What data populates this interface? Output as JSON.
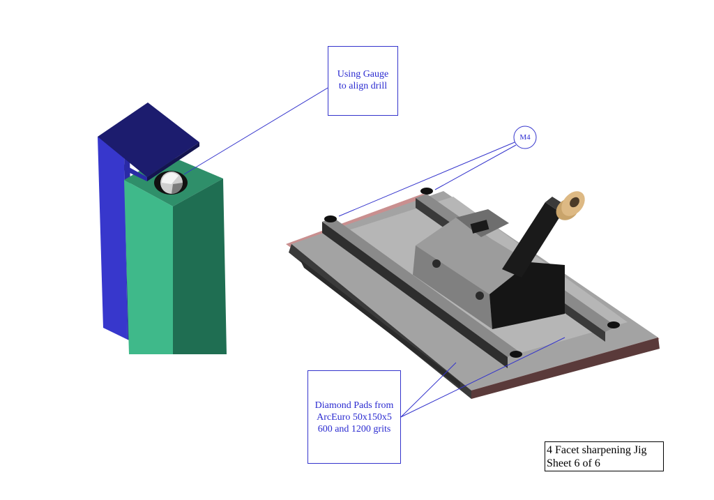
{
  "callouts": {
    "gauge": {
      "line1": "Using Gauge",
      "line2": "to align drill"
    },
    "pads": {
      "line1": "Diamond Pads from",
      "line2": "ArcEuro 50x150x5",
      "line3": "600 and 1200 grits"
    },
    "thread": "M4"
  },
  "title_block": {
    "title": "4 Facet sharpening Jig",
    "sheet": "Sheet 6 of 6"
  },
  "colors": {
    "leader": "#3333cc",
    "gauge_blue": "#3b3bd0",
    "gauge_navy": "#1c1c6e",
    "block_green": "#3fb98a",
    "block_dark_green": "#1f6e52",
    "plate_gray": "#9a9a9a",
    "pad_pink": "#c98f8f",
    "holder_black": "#1a1a1a",
    "bushing_brass": "#c9a46b"
  }
}
